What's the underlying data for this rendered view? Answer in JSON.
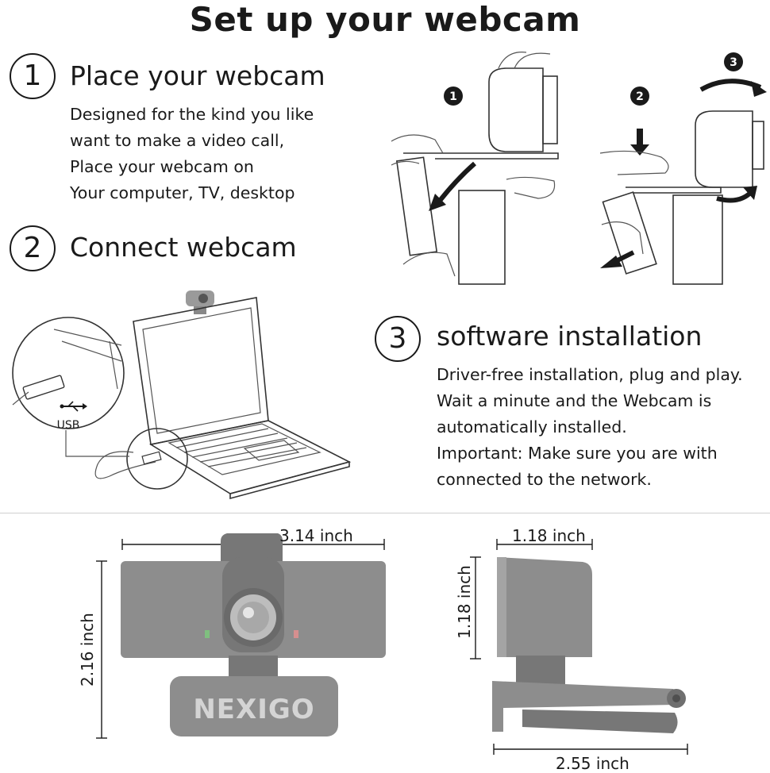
{
  "title": "Set up your webcam",
  "steps": [
    {
      "number": "1",
      "heading": "Place your webcam",
      "lines": [
        "Designed for the kind you like",
        "want to make a video call,",
        "Place your webcam on",
        "Your computer, TV, desktop"
      ]
    },
    {
      "number": "2",
      "heading": "Connect webcam",
      "lines": []
    },
    {
      "number": "3",
      "heading": "software installation",
      "lines": [
        "Driver-free installation, plug and play.",
        "Wait a minute and the Webcam is",
        "automatically installed.",
        "Important: Make sure you are with",
        "connected to the network."
      ]
    }
  ],
  "diagram_badges": [
    "1",
    "2",
    "3"
  ],
  "usb_label": "USB",
  "brand_logo": "NEXIGO",
  "dimensions": {
    "front_width": "3.14 inch",
    "front_height": "2.16 inch",
    "side_depth": "1.18 inch",
    "side_height": "1.18 inch",
    "clip_width": "2.55 inch"
  },
  "colors": {
    "camera_gray": "#8d8d8d",
    "text": "#1a1a1a"
  }
}
